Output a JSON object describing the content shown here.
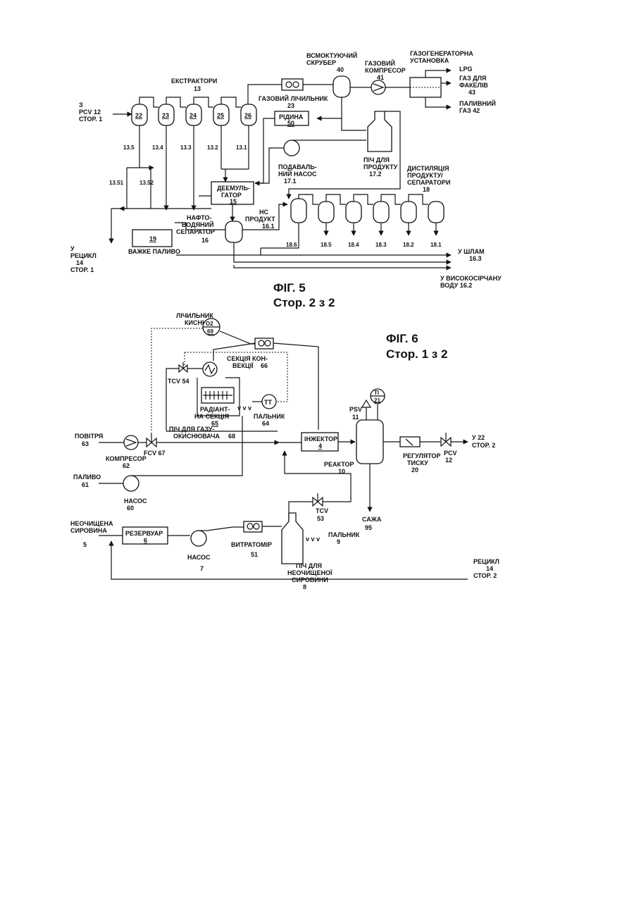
{
  "fig5": {
    "title": "ФІГ. 5",
    "page": "Стор. 2 з 2",
    "labels": {
      "scrubber": [
        "ВСМОКТУЮЧИЙ",
        "СКРУБЕР",
        "40"
      ],
      "compressor": [
        "ГАЗОВИЙ",
        "КОМПРЕСОР",
        "41"
      ],
      "gasgen": [
        "ГАЗОГЕНЕРАТОРНА",
        "УСТАНОВКА"
      ],
      "lpg": "LPG",
      "flare": [
        "ГАЗ ДЛЯ",
        "ФАКЕЛІВ",
        "43"
      ],
      "fuelgas": [
        "ПАЛИВНИЙ",
        "ГАЗ  42"
      ],
      "extractors": [
        "ЕКСТРАКТОРИ",
        "13"
      ],
      "gasmeter": [
        "ГАЗОВИЙ ЛІЧИЛЬНИК",
        "23"
      ],
      "liquid": [
        "РІДИНА",
        "50"
      ],
      "feedpump": [
        "ПОДАВАЛЬ-",
        "НИЙ НАСОС",
        "17.1"
      ],
      "productfurnace": [
        "ПІЧ ДЛЯ",
        "ПРОДУКТУ",
        "17.2"
      ],
      "distillation": [
        "ДИСТИЛЯЦІЯ",
        "ПРОДУКТУ/",
        "СЕПАРАТОРИ",
        "18"
      ],
      "demulsifier": [
        "ДЕЕМУЛЬ-",
        "ГАТОР",
        "15"
      ],
      "ncproduct": [
        "НС",
        "ПРОДУКТ",
        "16.1"
      ],
      "oilwater": [
        "НАФТО-",
        "ВОДЯНИЙ",
        "СЕПАРАТОР",
        "16"
      ],
      "heavyfuel": "ВАЖКЕ ПАЛИВО",
      "heavyfuel_num": "19",
      "from": [
        "З",
        "PCV 12",
        "СТОР. 1"
      ],
      "recycle": [
        "У",
        "РЕЦИКЛ",
        "14",
        "СТОР. 1"
      ],
      "sludge": [
        "У ШЛАМ",
        "16.3"
      ],
      "sourwater": [
        "У ВИСОКОСІРЧАНУ",
        "ВОДУ 16.2"
      ],
      "extractor_ids": [
        "22",
        "23",
        "24",
        "25",
        "26"
      ],
      "stream_ids": [
        "13.5",
        "13.4",
        "13.3",
        "13.2",
        "13.1",
        "13.51",
        "13.52"
      ],
      "separator_ids": [
        "18.6",
        "18.5",
        "18.4",
        "18.3",
        "18.2",
        "18.1"
      ]
    }
  },
  "fig6": {
    "title": "ФІГ. 6",
    "page": "Стор. 1 з 2",
    "labels": {
      "o2meter": [
        "ЛІЧИЛЬНИК",
        "КИСНЮ"
      ],
      "o2": "O2",
      "o2num": "69",
      "convection": [
        "СЕКЦІЯ КОН-",
        "ВЕКЦІЇ",
        "66"
      ],
      "tcv54": "TCV 54",
      "radiant": [
        "РАДІАНТ-",
        "НА СЕКЦІЯ",
        "65"
      ],
      "tt": "TT",
      "burner64": [
        "ПАЛЬНИК",
        "64"
      ],
      "air": [
        "ПОВІТРЯ",
        "63"
      ],
      "fcv": "FCV 67",
      "oxfurnace": [
        "ПІЧ ДЛЯ ГАЗУ-",
        "ОКИСНЮВАЧА",
        "68"
      ],
      "compressor": [
        "КОМПРЕСОР",
        "62"
      ],
      "injector": [
        "ІНЖЕКТОР",
        "4"
      ],
      "psv": [
        "PSV",
        "11"
      ],
      "ti": [
        "TI",
        "21"
      ],
      "reactor": [
        "РЕАКТОР",
        "10"
      ],
      "pressreg": [
        "РЕГУЛЯТОР",
        "ТИСКУ",
        "20"
      ],
      "pcv": [
        "PCV",
        "12"
      ],
      "to22": [
        "У 22",
        "СТОР. 2"
      ],
      "fuel": [
        "ПАЛИВО",
        "61"
      ],
      "pump60": [
        "НАСОС",
        "60"
      ],
      "tcv53": [
        "TCV",
        "53"
      ],
      "soot": [
        "САЖА",
        "95"
      ],
      "crude": [
        "НЕОЧИЩЕНА",
        "СИРОВИНА",
        "5"
      ],
      "tank": [
        "РЕЗЕРВУАР",
        "6"
      ],
      "pump7": [
        "НАСОС",
        "7"
      ],
      "flowmeter": [
        "ВИТРАТОМІР",
        "51"
      ],
      "burner9": [
        "ПАЛЬНИК",
        "9"
      ],
      "crudefurnace": [
        "ПІЧ ДЛЯ",
        "НЕОЧИЩЕНОЇ",
        "СИРОВИНИ",
        "8"
      ],
      "recycle": [
        "РЕЦИКЛ",
        "14",
        "СТОР. 2"
      ]
    }
  }
}
